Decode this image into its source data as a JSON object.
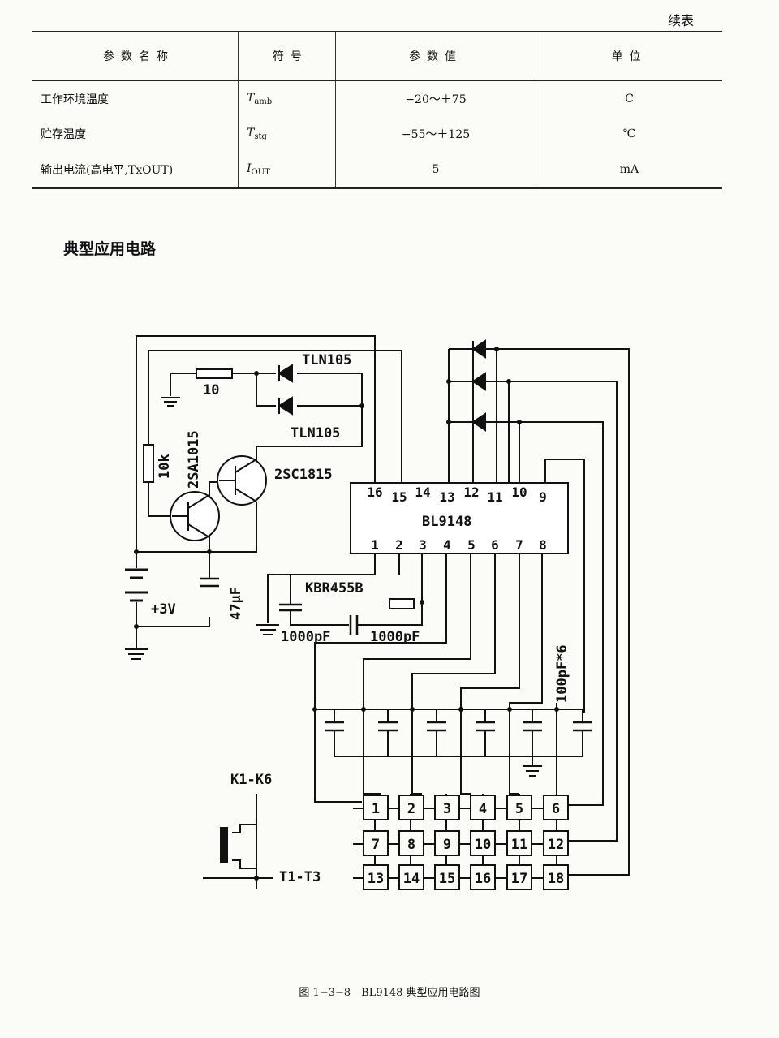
{
  "header": {
    "continued": "续表"
  },
  "table": {
    "headers": [
      "参数名称",
      "符号",
      "参数值",
      "单位"
    ],
    "rows": [
      {
        "name": "工作环境温度",
        "sym": "T",
        "sub": "amb",
        "value": "−20～＋75",
        "unit": "C"
      },
      {
        "name": "贮存温度",
        "sym": "T",
        "sub": "stg",
        "value": "−55～＋125",
        "unit": "℃"
      },
      {
        "name": "输出电流(高电平,TxOUT)",
        "sym": "I",
        "sub": "OUT",
        "value": "5",
        "unit": "mA"
      }
    ]
  },
  "section_title": "典型应用电路",
  "circuit": {
    "ic": "BL9148",
    "ic_top_pins": [
      "16",
      "15",
      "14",
      "13",
      "12",
      "11",
      "10",
      "9"
    ],
    "ic_bottom_pins": [
      "1",
      "2",
      "3",
      "4",
      "5",
      "6",
      "7",
      "8"
    ],
    "led_top": "TLN105",
    "led_bottom": "TLN105",
    "r_small": "10",
    "r_base": "10k",
    "q1": "2SA1015",
    "q2": "2SC1815",
    "battery": "+3V",
    "cap_main": "47μF",
    "resonator": "KBR455B",
    "cap_left": "1000pF",
    "cap_right": "1000pF",
    "caps_array": "100pF*6",
    "keys_label": "K1-K6",
    "t_label": "T1-T3",
    "key_numbers": [
      [
        "1",
        "2",
        "3",
        "4",
        "5",
        "6"
      ],
      [
        "7",
        "8",
        "9",
        "10",
        "11",
        "12"
      ],
      [
        "13",
        "14",
        "15",
        "16",
        "17",
        "18"
      ]
    ]
  },
  "caption": "图 1−3−8　BL9148 典型应用电路图"
}
